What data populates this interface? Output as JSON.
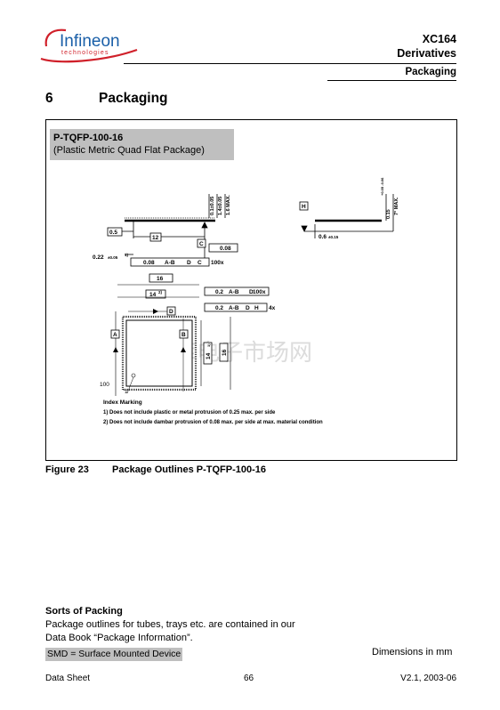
{
  "header": {
    "logo_text": "Infineon",
    "logo_sub": "technologies",
    "product": "XC164",
    "product_sub": "Derivatives",
    "section": "Packaging"
  },
  "chapter": {
    "number": "6",
    "title": "Packaging"
  },
  "package": {
    "name": "P-TQFP-100-16",
    "desc": "(Plastic Metric Quad Flat Package)"
  },
  "drawing": {
    "dim_05": "0.5",
    "dim_12": "12",
    "dim_022": "0.22",
    "dim_022_tol": "±0.05",
    "foot_1": "1)",
    "tol_008_frame": "0.08",
    "tol_c": "C",
    "pos_tol": "0.08",
    "pos_ref": "A-B",
    "pos_ref2": "D",
    "pos_ref3": "C",
    "pos_count": "100x",
    "v_01": "0.1±0.05",
    "v_14": "1.4±0.05",
    "v_16": "1.6 MAX.",
    "h_label": "H",
    "dim_06": "0.6",
    "dim_06_tol": "±0.15",
    "v_015": "0.15",
    "v_015_tol": "+0.05 -0.06",
    "v_7max": "7° MAX.",
    "dim_16": "16",
    "dim_14": "14",
    "dim_14_foot": "2)",
    "flat_1_val": "0.2",
    "flat_1_ref": "A-B",
    "flat_1_ref2": "D",
    "flat_1_count": "100x",
    "flat_2_val": "0.2",
    "flat_2_ref": "A-B",
    "flat_2_ref2": "D",
    "flat_2_ref3": "H",
    "flat_2_count": "4x",
    "datum_d": "D",
    "datum_a": "A",
    "datum_b": "B",
    "dim_14v": "14",
    "dim_14v_foot": "1)",
    "dim_16v": "16",
    "pin_100": "100",
    "pin_1": "1",
    "index_marking": "Index Marking",
    "note1": "1) Does not include plastic or metal protrusion of 0.25 max. per side",
    "note2": "2) Does not include dambar protrusion of 0.08 max. per side at max. material condition",
    "watermark": "维库电子市场网"
  },
  "figure": {
    "number": "Figure 23",
    "caption": "Package Outlines P-TQFP-100-16"
  },
  "sorts": {
    "title": "Sorts of Packing",
    "line1": "Package outlines for tubes, trays etc. are contained in our",
    "line2": "Data Book “Package Information”.",
    "smd": "SMD = Surface Mounted Device",
    "dims": "Dimensions in mm"
  },
  "footer": {
    "left": "Data Sheet",
    "center": "66",
    "right": "V2.1, 2003-06"
  },
  "colors": {
    "logo_blue": "#1a5fa8",
    "logo_red": "#d0202a",
    "label_gray": "#bfbfbf"
  }
}
